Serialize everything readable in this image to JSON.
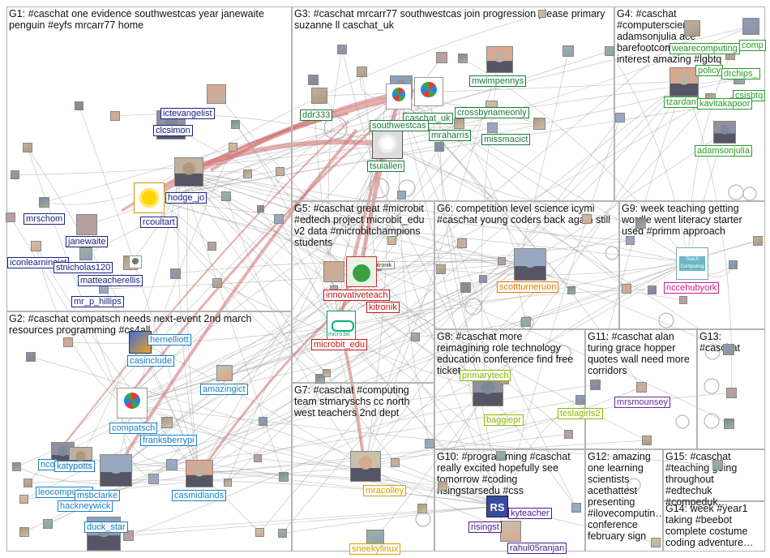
{
  "groups": [
    {
      "id": "G1",
      "title": "G1: #caschat one evidence southwestcas year janewaite penguin #eyfs mrcarr77 home",
      "color": "#1a237e"
    },
    {
      "id": "G2",
      "title": "G2: #caschat compatsch needs next-event 2nd march resources programming #cs4all",
      "color": "#1a80c0"
    },
    {
      "id": "G3",
      "title": "G3: #caschat mrcarr77 southwestcas join progression please primary suzanne ll caschat_uk",
      "color": "#1a7a3a"
    },
    {
      "id": "G4",
      "title": "G4: #caschat #computerscience adamsonjulia ace barefootcomp way looks interest amazing #lgbtq",
      "color": "#2a9a2a"
    },
    {
      "id": "G5",
      "title": "G5: #caschat great #microbit #edtech project microbit_edu v2 data #microbitchampions students",
      "color": "#c0181a"
    },
    {
      "id": "G6",
      "title": "G6: competition level science icymi #caschat young coders back again still",
      "color": "#e07800"
    },
    {
      "id": "G7",
      "title": "G7: #caschat #computing team stmaryschs cc north west teachers 2nd dept",
      "color": "#d4a000"
    },
    {
      "id": "G8",
      "title": "G8: #caschat more reimagining role technology education conference find free ticket",
      "color": "#88b800"
    },
    {
      "id": "G9",
      "title": "G9: week teaching getting wordle went literacy starter used #primm approach",
      "color": "#c81c8c"
    },
    {
      "id": "G10",
      "title": "G10: #programming #caschat really excited hopefully see tomorrow #coding risingstarsedu #css",
      "color": "#4a1a8a"
    },
    {
      "id": "G11",
      "title": "G11: #caschat alan turing grace hopper quotes wall need more corridors",
      "color": "#6a2a9a"
    },
    {
      "id": "G12",
      "title": "G12: amazing one learning scientists acethattest presenting #ilovecomputin… conference february sign",
      "color": "#333"
    },
    {
      "id": "G13",
      "title": "G13: #caschat",
      "color": "#333"
    },
    {
      "id": "G14",
      "title": "G14: week #year1 taking #beebot complete costume coding adventure…",
      "color": "#333"
    },
    {
      "id": "G15",
      "title": "G15: #caschat #teaching going throughout #edtechuk #compeduk…",
      "color": "#333"
    }
  ],
  "labels": [
    {
      "text": "ictevangelist",
      "group": "G1"
    },
    {
      "text": "clcsimon",
      "group": "G1"
    },
    {
      "text": "hodge_jo",
      "group": "G1"
    },
    {
      "text": "rcoultart",
      "group": "G1"
    },
    {
      "text": "mrschom",
      "group": "G1"
    },
    {
      "text": "janewaite",
      "group": "G1"
    },
    {
      "text": "iconlearningict",
      "group": "G1"
    },
    {
      "text": "stnicholas120",
      "group": "G1"
    },
    {
      "text": "matteacherellis",
      "group": "G1"
    },
    {
      "text": "mr_p_hillips",
      "group": "G1"
    },
    {
      "text": "hernelliott",
      "group": "G2"
    },
    {
      "text": "casinclude",
      "group": "G2"
    },
    {
      "text": "amazingict",
      "group": "G2"
    },
    {
      "text": "compatsch",
      "group": "G2"
    },
    {
      "text": "franksberrypi",
      "group": "G2"
    },
    {
      "text": "nco",
      "group": "G2"
    },
    {
      "text": "katypotts",
      "group": "G2"
    },
    {
      "text": "leocomputing",
      "group": "G2"
    },
    {
      "text": "msbclarke",
      "group": "G2"
    },
    {
      "text": "casmidlands",
      "group": "G2"
    },
    {
      "text": "hackneywick",
      "group": "G2"
    },
    {
      "text": "duck_star",
      "group": "G2"
    },
    {
      "text": "mwimpennys",
      "group": "G3"
    },
    {
      "text": "ddr333",
      "group": "G3"
    },
    {
      "text": "caschat_uk",
      "group": "G3"
    },
    {
      "text": "southwestcas",
      "group": "G3"
    },
    {
      "text": "crossbynameonly",
      "group": "G3"
    },
    {
      "text": "mraharris",
      "group": "G3"
    },
    {
      "text": "missmacict",
      "group": "G3"
    },
    {
      "text": "tsuiallen",
      "group": "G3"
    },
    {
      "text": "wearecomputing",
      "group": "G4"
    },
    {
      "text": "comp",
      "group": "G4"
    },
    {
      "text": "policy",
      "group": "G4"
    },
    {
      "text": "drchips_",
      "group": "G4"
    },
    {
      "text": "tzardan",
      "group": "G4"
    },
    {
      "text": "csisbtq",
      "group": "G4"
    },
    {
      "text": "kavitakapoor",
      "group": "G4"
    },
    {
      "text": "adamsonjulia",
      "group": "G4"
    },
    {
      "text": "innovativeteach",
      "group": "G5"
    },
    {
      "text": "kitronik",
      "group": "G5"
    },
    {
      "text": "microbit_edu",
      "group": "G5"
    },
    {
      "text": "scottturneruon",
      "group": "G6"
    },
    {
      "text": "mracolley",
      "group": "G7"
    },
    {
      "text": "sneekylinux",
      "group": "G7"
    },
    {
      "text": "primarytech",
      "group": "G8"
    },
    {
      "text": "baggiepr",
      "group": "G8"
    },
    {
      "text": "teslagirls2",
      "group": "G8"
    },
    {
      "text": "ncceh​ubyork",
      "group": "G9"
    },
    {
      "text": "kyteacher",
      "group": "G10"
    },
    {
      "text": "risingst",
      "group": "G10"
    },
    {
      "text": "rahul05ranjan",
      "group": "G10"
    },
    {
      "text": "mrsmounsey",
      "group": "G11"
    }
  ],
  "icons": {
    "microbit": "micro:bit",
    "kitronik": "kitronik",
    "teach_computing": "Teach Computing",
    "rs": "RS"
  }
}
